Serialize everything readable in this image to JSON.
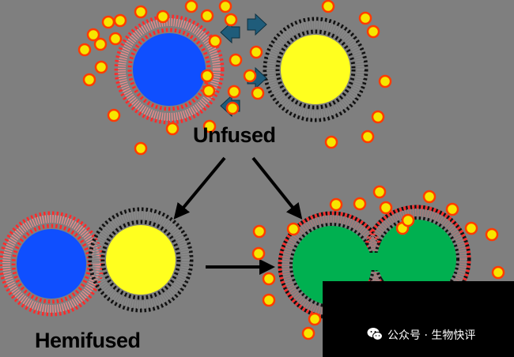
{
  "labels": {
    "unfused": "Unfused",
    "hemifused": "Hemifused"
  },
  "watermark": {
    "text": "公众号 · 生物快评",
    "icon": "wechat-icon"
  },
  "colors": {
    "background": "#7f7f7f",
    "ion": "#f7e600",
    "ion_stroke": "#ff3b00",
    "lipid_head_red": "#ff2a2a",
    "lipid_head_black": "#111111",
    "lipid_tail_red": "#f08a8a",
    "lipid_tail_gray": "#8a8a8a",
    "lumen_blue": "#0f4fff",
    "lumen_yellow": "#ffff1f",
    "lumen_green": "#00b050",
    "arrow_blue": "#1f5c7a",
    "arrow_black": "#000000"
  },
  "icons": {
    "approach_arrows": "double-arrow-icon",
    "transition_arrows": "arrow-icon"
  }
}
